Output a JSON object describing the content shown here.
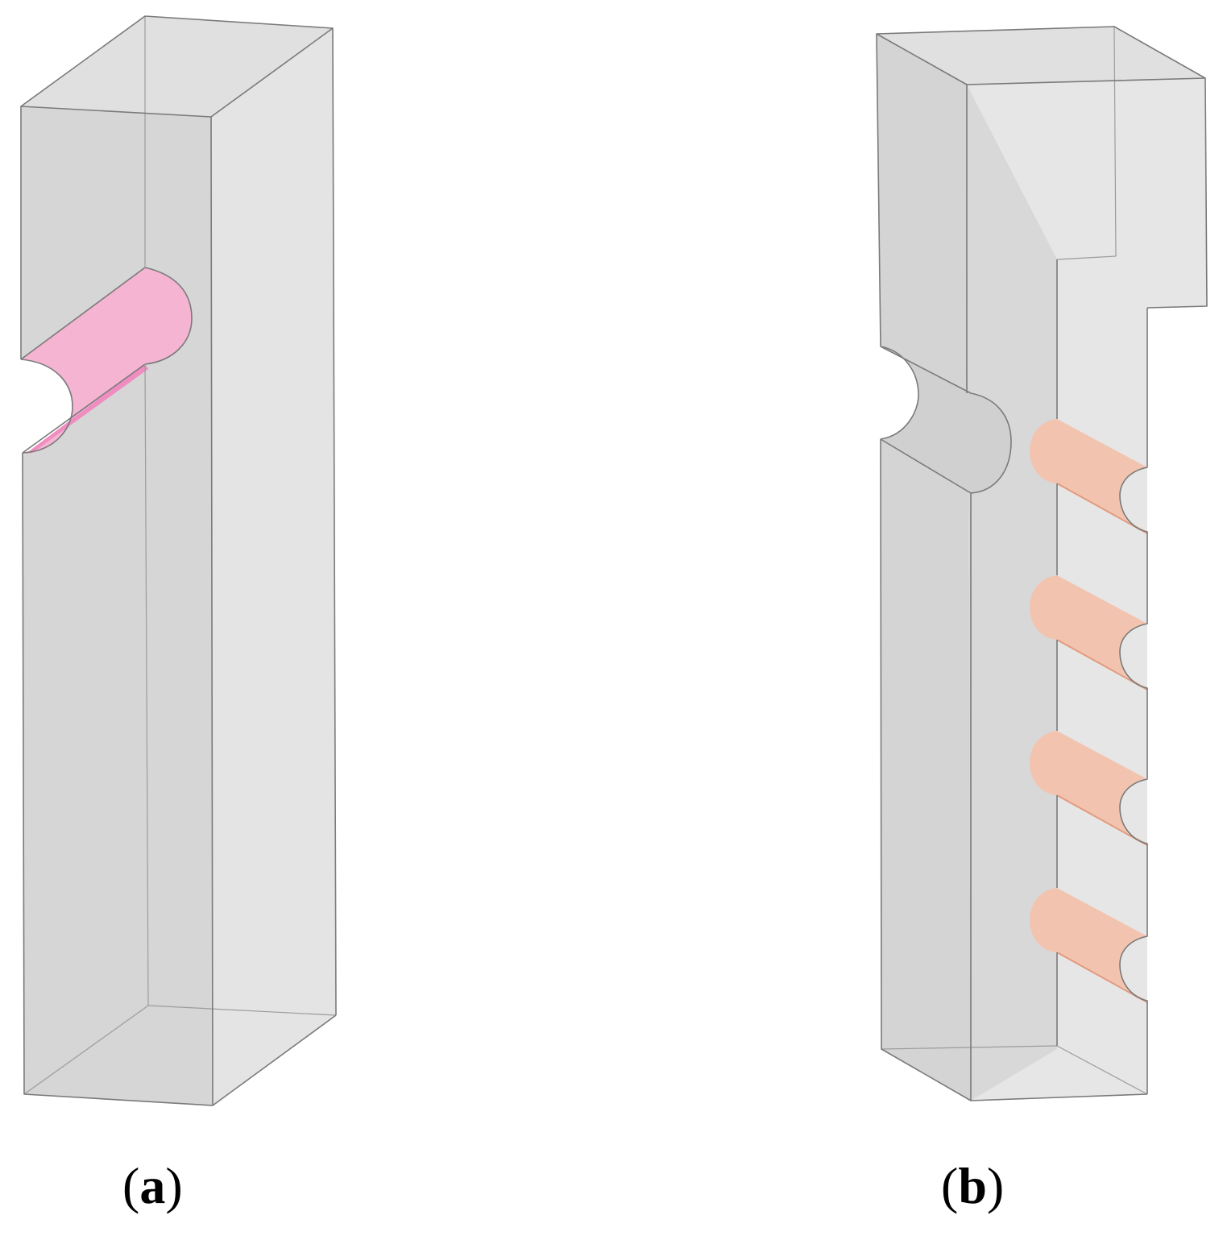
{
  "panels": [
    {
      "id": "a",
      "open": "(",
      "letter": "a",
      "close": ")"
    },
    {
      "id": "b",
      "open": "(",
      "letter": "b",
      "close": ")"
    }
  ],
  "colors": {
    "front_face": "#d6d6d6",
    "side_face": "#e4e4e4",
    "top_face": "#dedede",
    "edge": "#7a7a7a",
    "groove_a": "#f4b4d2",
    "groove_a_edge": "#e98ab8",
    "groove_b": "#f2c4b0",
    "groove_b_edge": "#e39a7c"
  }
}
